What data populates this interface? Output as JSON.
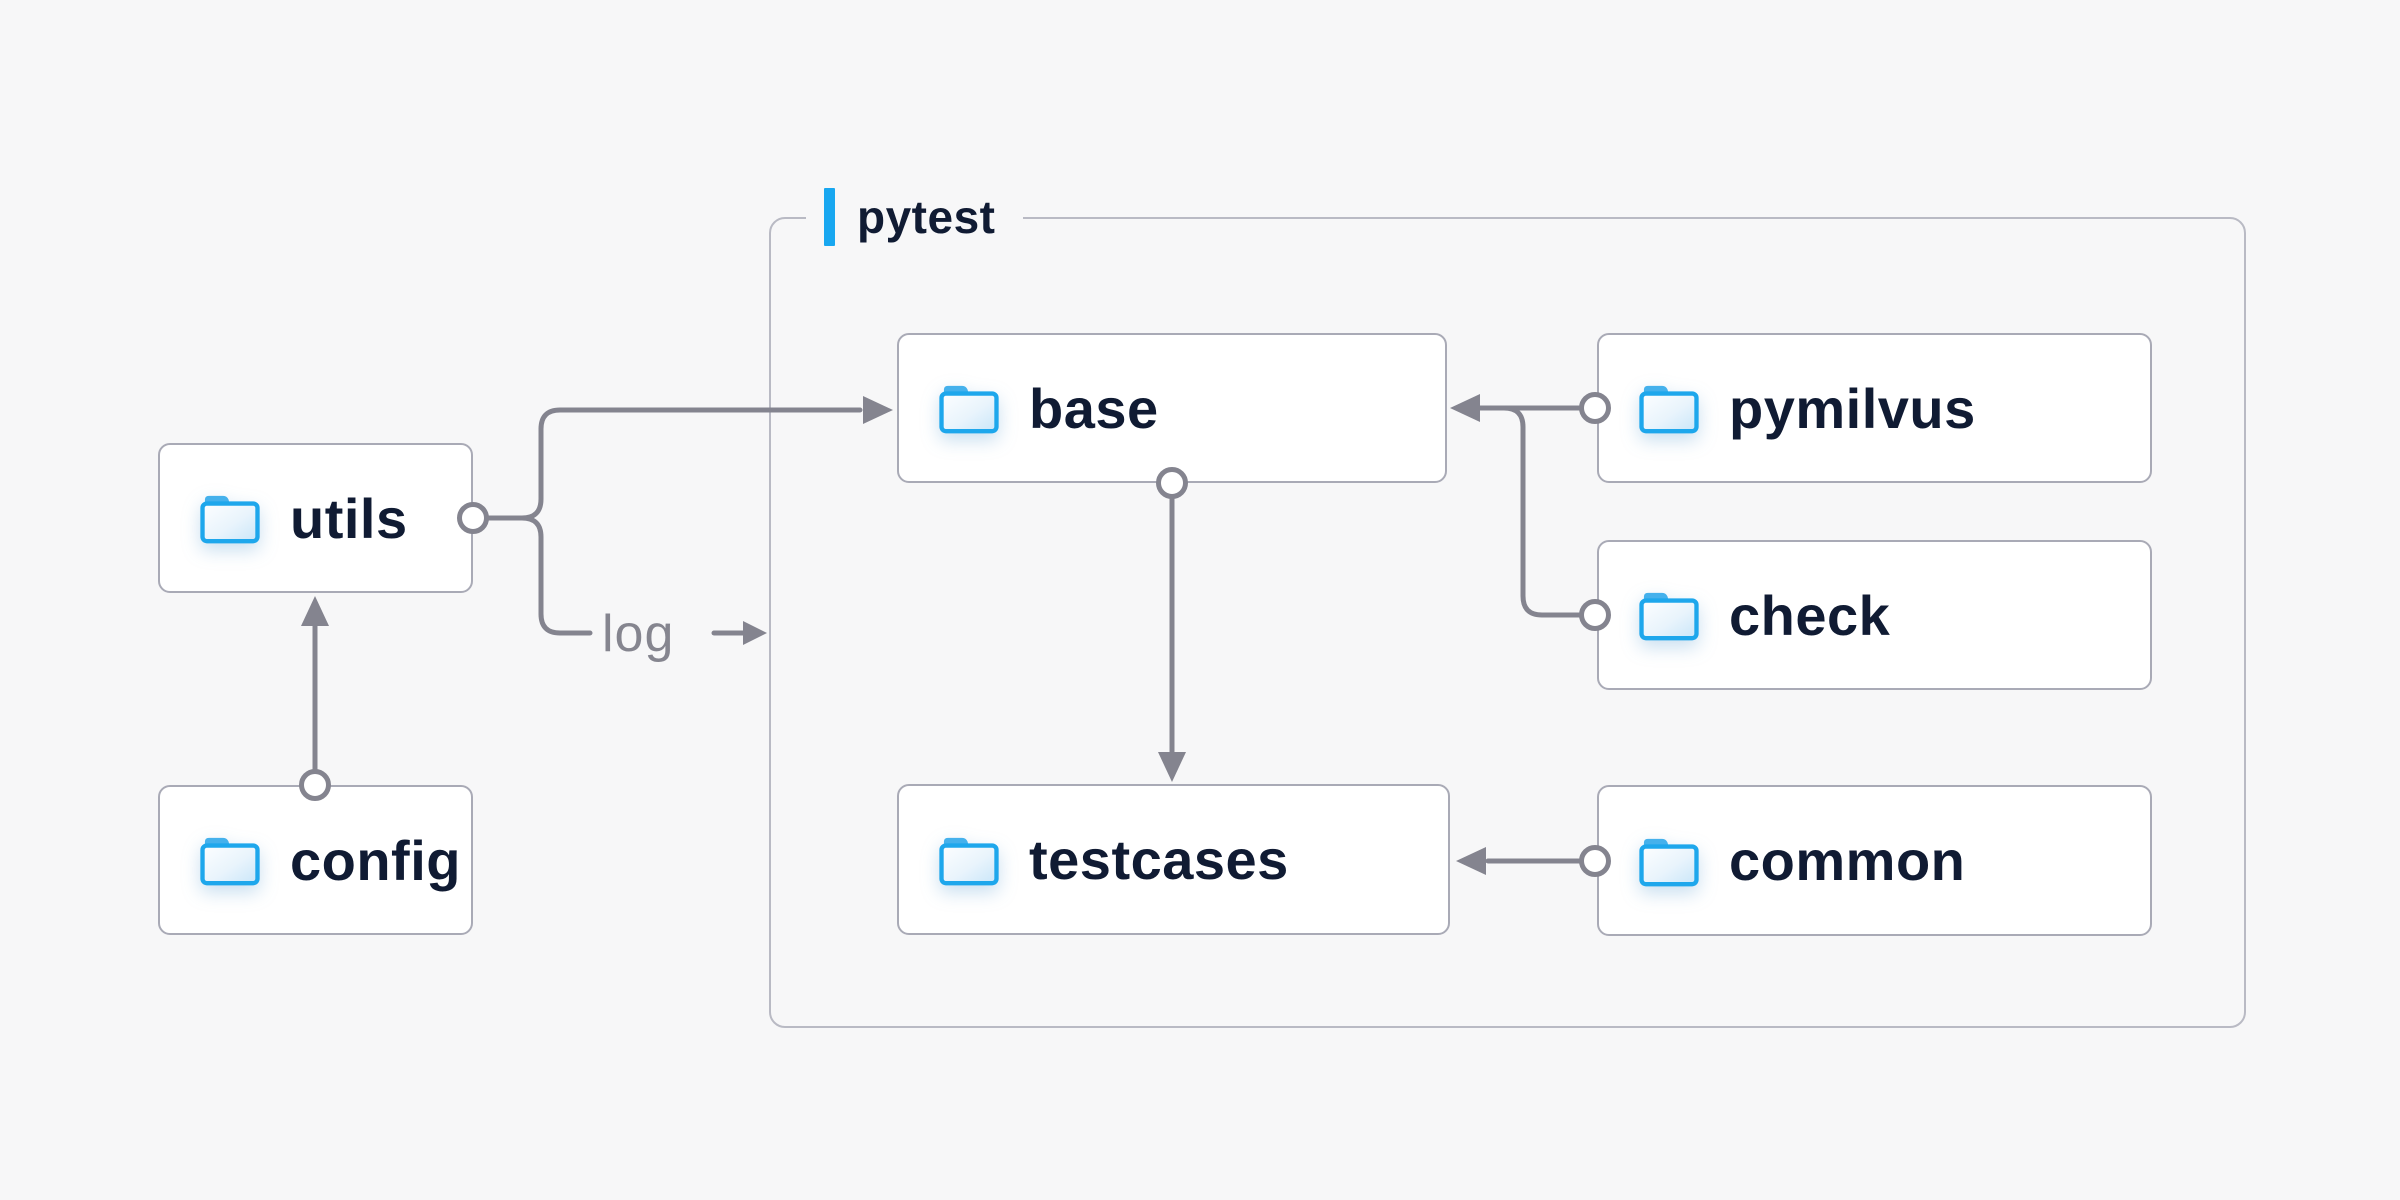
{
  "diagram": {
    "group": {
      "label": "pytest",
      "accent_color": "#18a7f0"
    },
    "nodes": [
      {
        "id": "utils",
        "label": "utils",
        "icon": "folder-icon"
      },
      {
        "id": "config",
        "label": "config",
        "icon": "folder-icon"
      },
      {
        "id": "base",
        "label": "base",
        "icon": "folder-icon"
      },
      {
        "id": "pymilvus",
        "label": "pymilvus",
        "icon": "folder-icon"
      },
      {
        "id": "check",
        "label": "check",
        "icon": "folder-icon"
      },
      {
        "id": "testcases",
        "label": "testcases",
        "icon": "folder-icon"
      },
      {
        "id": "common",
        "label": "common",
        "icon": "folder-icon"
      }
    ],
    "edges": [
      {
        "from": "config",
        "to": "utils",
        "label": ""
      },
      {
        "from": "utils",
        "to": "base",
        "label": ""
      },
      {
        "from": "utils",
        "to": "pytest",
        "label": "log"
      },
      {
        "from": "pymilvus",
        "to": "base",
        "label": ""
      },
      {
        "from": "check",
        "to": "base",
        "label": ""
      },
      {
        "from": "base",
        "to": "testcases",
        "label": ""
      },
      {
        "from": "common",
        "to": "testcases",
        "label": ""
      }
    ],
    "colors": {
      "background": "#f7f7f8",
      "connector": "#84848f",
      "node_border": "#a9aab6",
      "group_border": "#b9bac4",
      "label_text": "#101b33",
      "folder_blue": "#1ea7ec",
      "log_text": "#85858f",
      "accent_blue": "#18a7f0"
    }
  }
}
